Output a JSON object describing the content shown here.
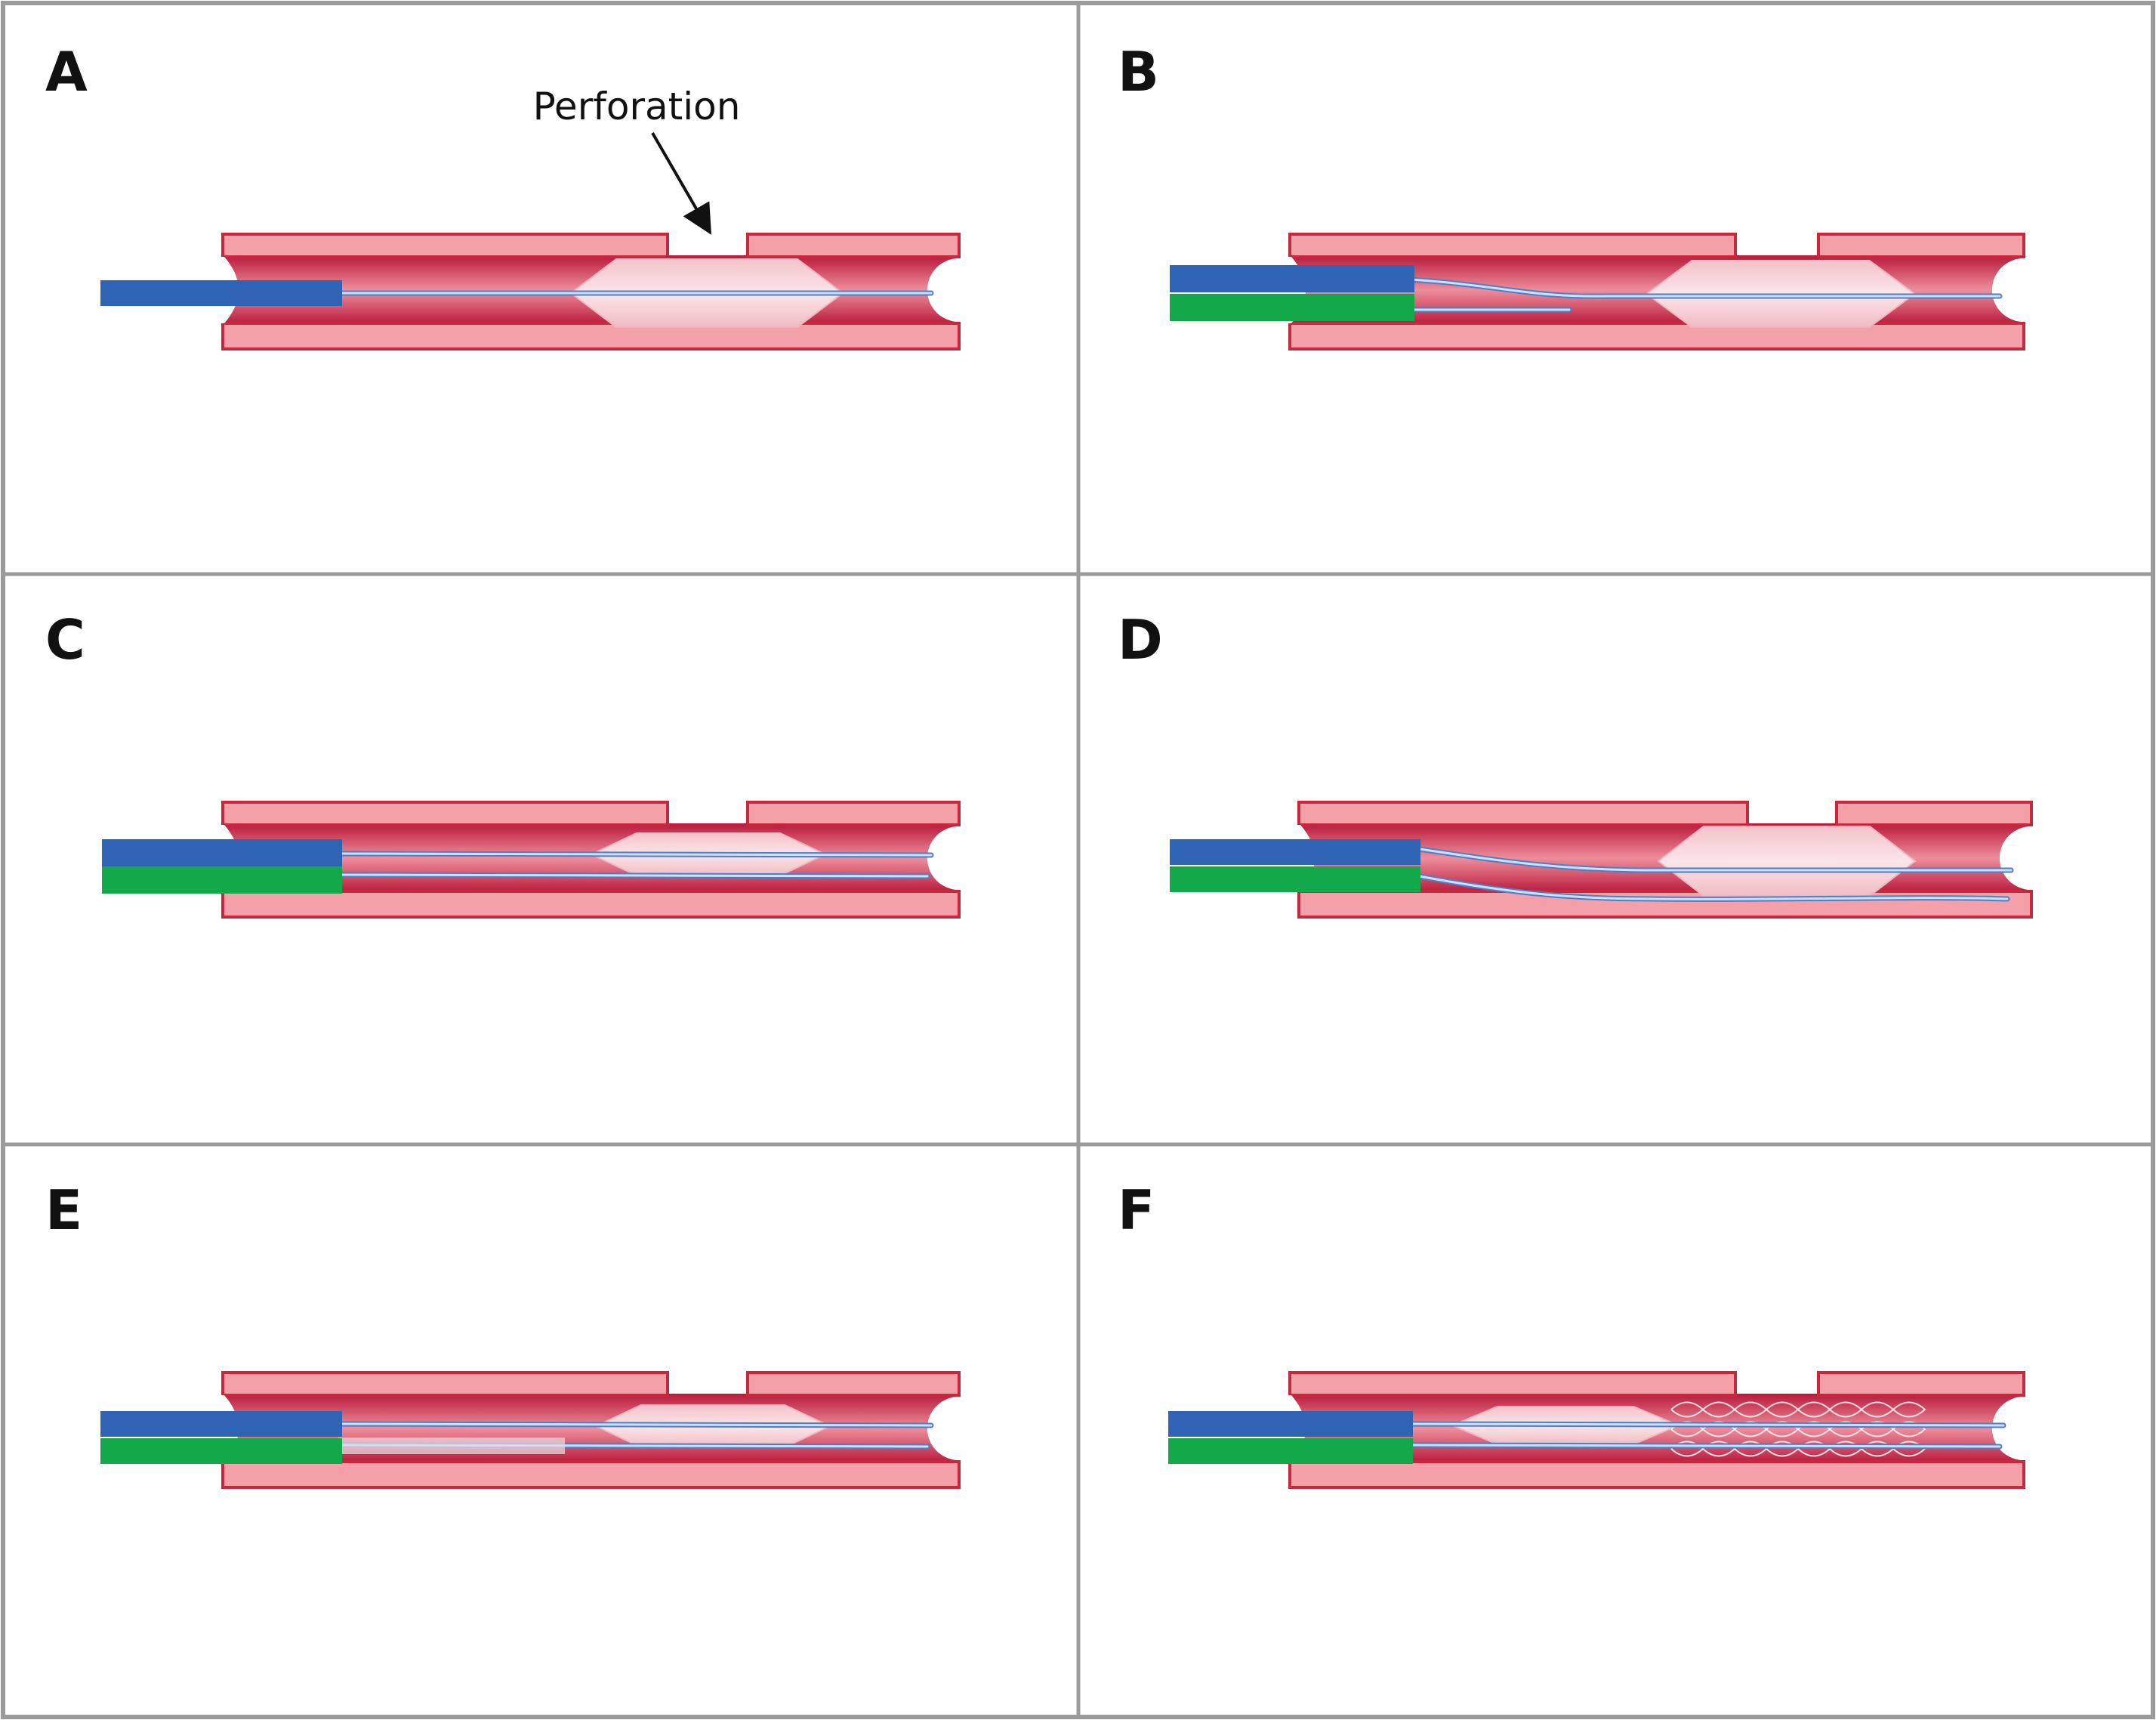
{
  "figure": {
    "panels": [
      {
        "letter": "A",
        "variant": "A"
      },
      {
        "letter": "B",
        "variant": "B"
      },
      {
        "letter": "C",
        "variant": "C"
      },
      {
        "letter": "D",
        "variant": "D"
      },
      {
        "letter": "E",
        "variant": "E"
      },
      {
        "letter": "F",
        "variant": "F"
      }
    ],
    "annotation": {
      "text": "Perforation"
    }
  },
  "colors": {
    "vessel_fill": "#f4a0a8",
    "vessel_stroke": "#c8283e",
    "lumen_dark": "#b8193a",
    "lumen_light": "#ec8a98",
    "balloon_fill": "#f6cdd2",
    "guidewire": "#8fb4e6",
    "guide_catheter_blue": "#2f64b4",
    "catheter_green": "#13a94a",
    "frame": "#9b9b9b"
  }
}
